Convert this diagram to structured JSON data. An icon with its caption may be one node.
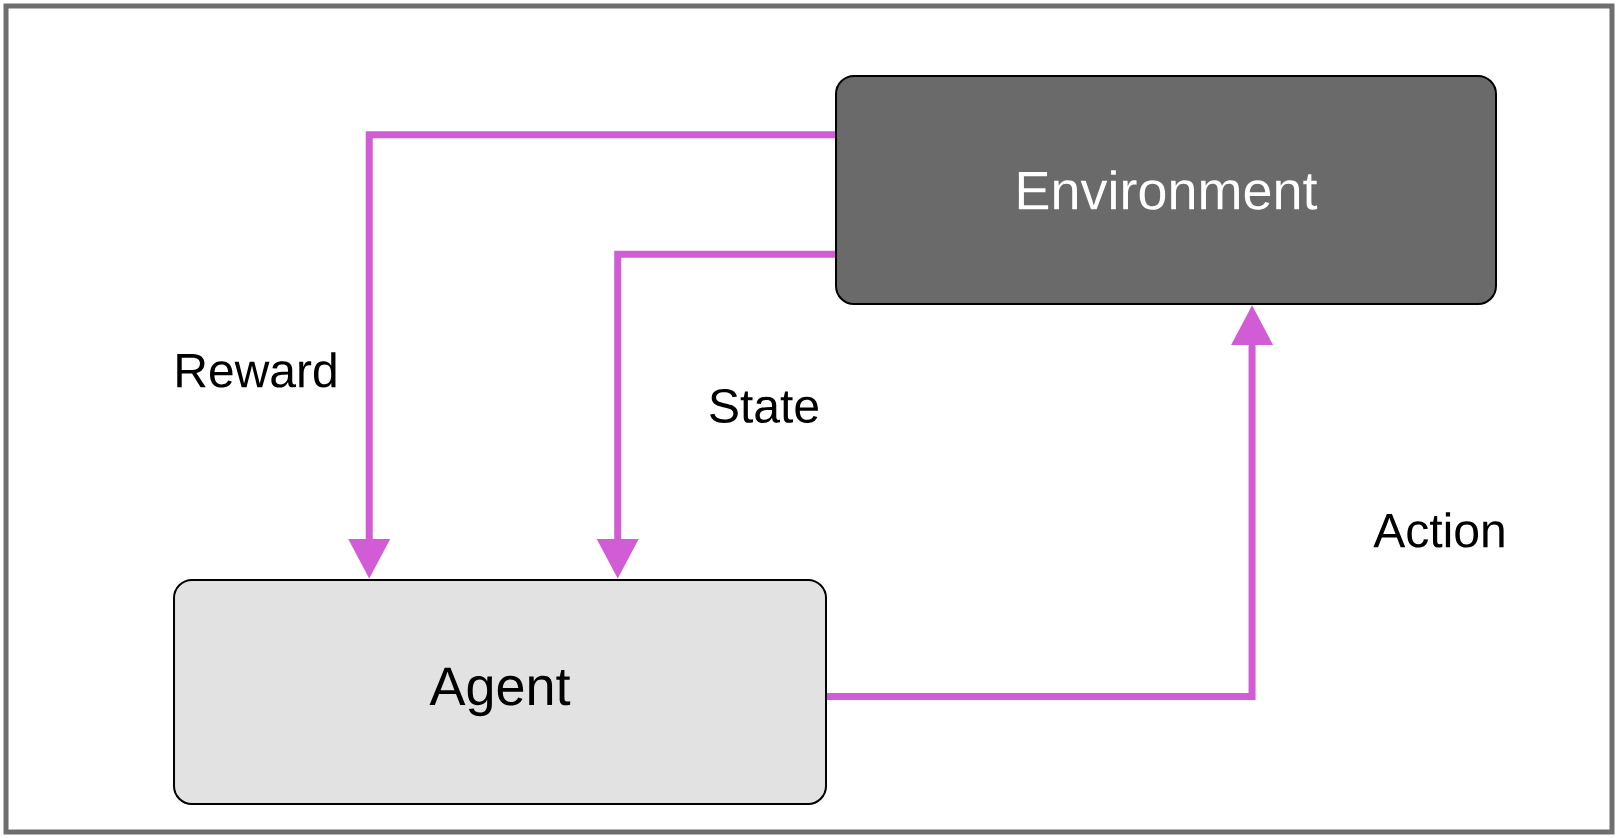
{
  "diagram": {
    "nodes": [
      {
        "text": [
          "Environment"
        ]
      },
      {
        "text": [
          "Agent"
        ]
      }
    ],
    "edges": [
      {
        "from": 0,
        "to": 1,
        "arrow": "to",
        "label": "Reward"
      },
      {
        "from": 0,
        "to": 1,
        "arrow": "to",
        "label": "State"
      },
      {
        "from": 1,
        "to": 0,
        "arrow": "to",
        "label": "Action"
      }
    ]
  }
}
